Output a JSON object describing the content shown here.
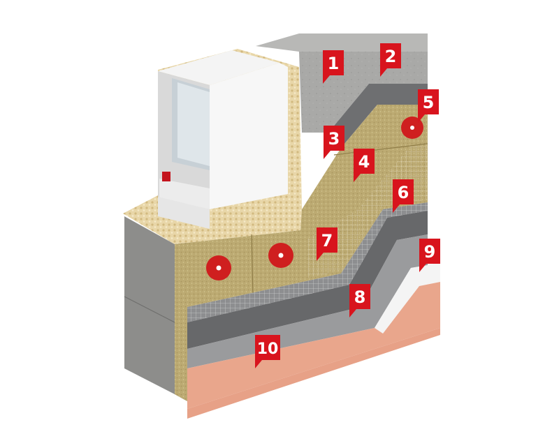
{
  "colors": {
    "concrete": "#a8a8a6",
    "concrete_dark": "#8f8f8d",
    "concrete_side": "#7e7e7c",
    "adhesive": "#6f7072",
    "wool": "#b9a872",
    "wool_light": "#cdbf8e",
    "base_coat": "#8b8c8e",
    "primer": "#eeeeee",
    "render": "#e9a68c",
    "frame": "#f2f2f2",
    "glass": "#cfd6da",
    "marker_red": "#d8141d",
    "dowel_red": "#cf1f1f"
  },
  "icons": [
    "window-icon",
    "dowel-icon",
    "mesh-icon"
  ],
  "markers": [
    {
      "label": "1"
    },
    {
      "label": "2"
    },
    {
      "label": "3"
    },
    {
      "label": "4"
    },
    {
      "label": "5"
    },
    {
      "label": "6"
    },
    {
      "label": "7"
    },
    {
      "label": "8"
    },
    {
      "label": "9"
    },
    {
      "label": "10"
    }
  ]
}
